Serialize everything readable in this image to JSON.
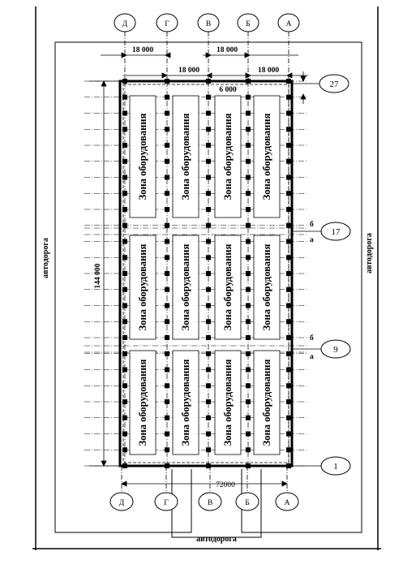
{
  "column_axes_top": [
    "Д",
    "Г",
    "В",
    "Б",
    "А"
  ],
  "column_axes_bottom": [
    "Д",
    "Г",
    "В",
    "Б",
    "А"
  ],
  "row_axes": [
    "27",
    "17",
    "9",
    "1"
  ],
  "dimensions": {
    "span_de_g": "18 000",
    "span_g_v": "18 000",
    "span_v_b": "18 000",
    "span_b_a": "18 000",
    "column_step": "6 000",
    "total_length": "144 000",
    "total_width": "72000"
  },
  "joint_marks": {
    "b1": "б",
    "a1": "а",
    "b2": "б",
    "a2": "а"
  },
  "zone_label": "Зона оборудования",
  "roads": {
    "left": "автодорога",
    "right": "автодорога",
    "bottom": "автодорога"
  }
}
